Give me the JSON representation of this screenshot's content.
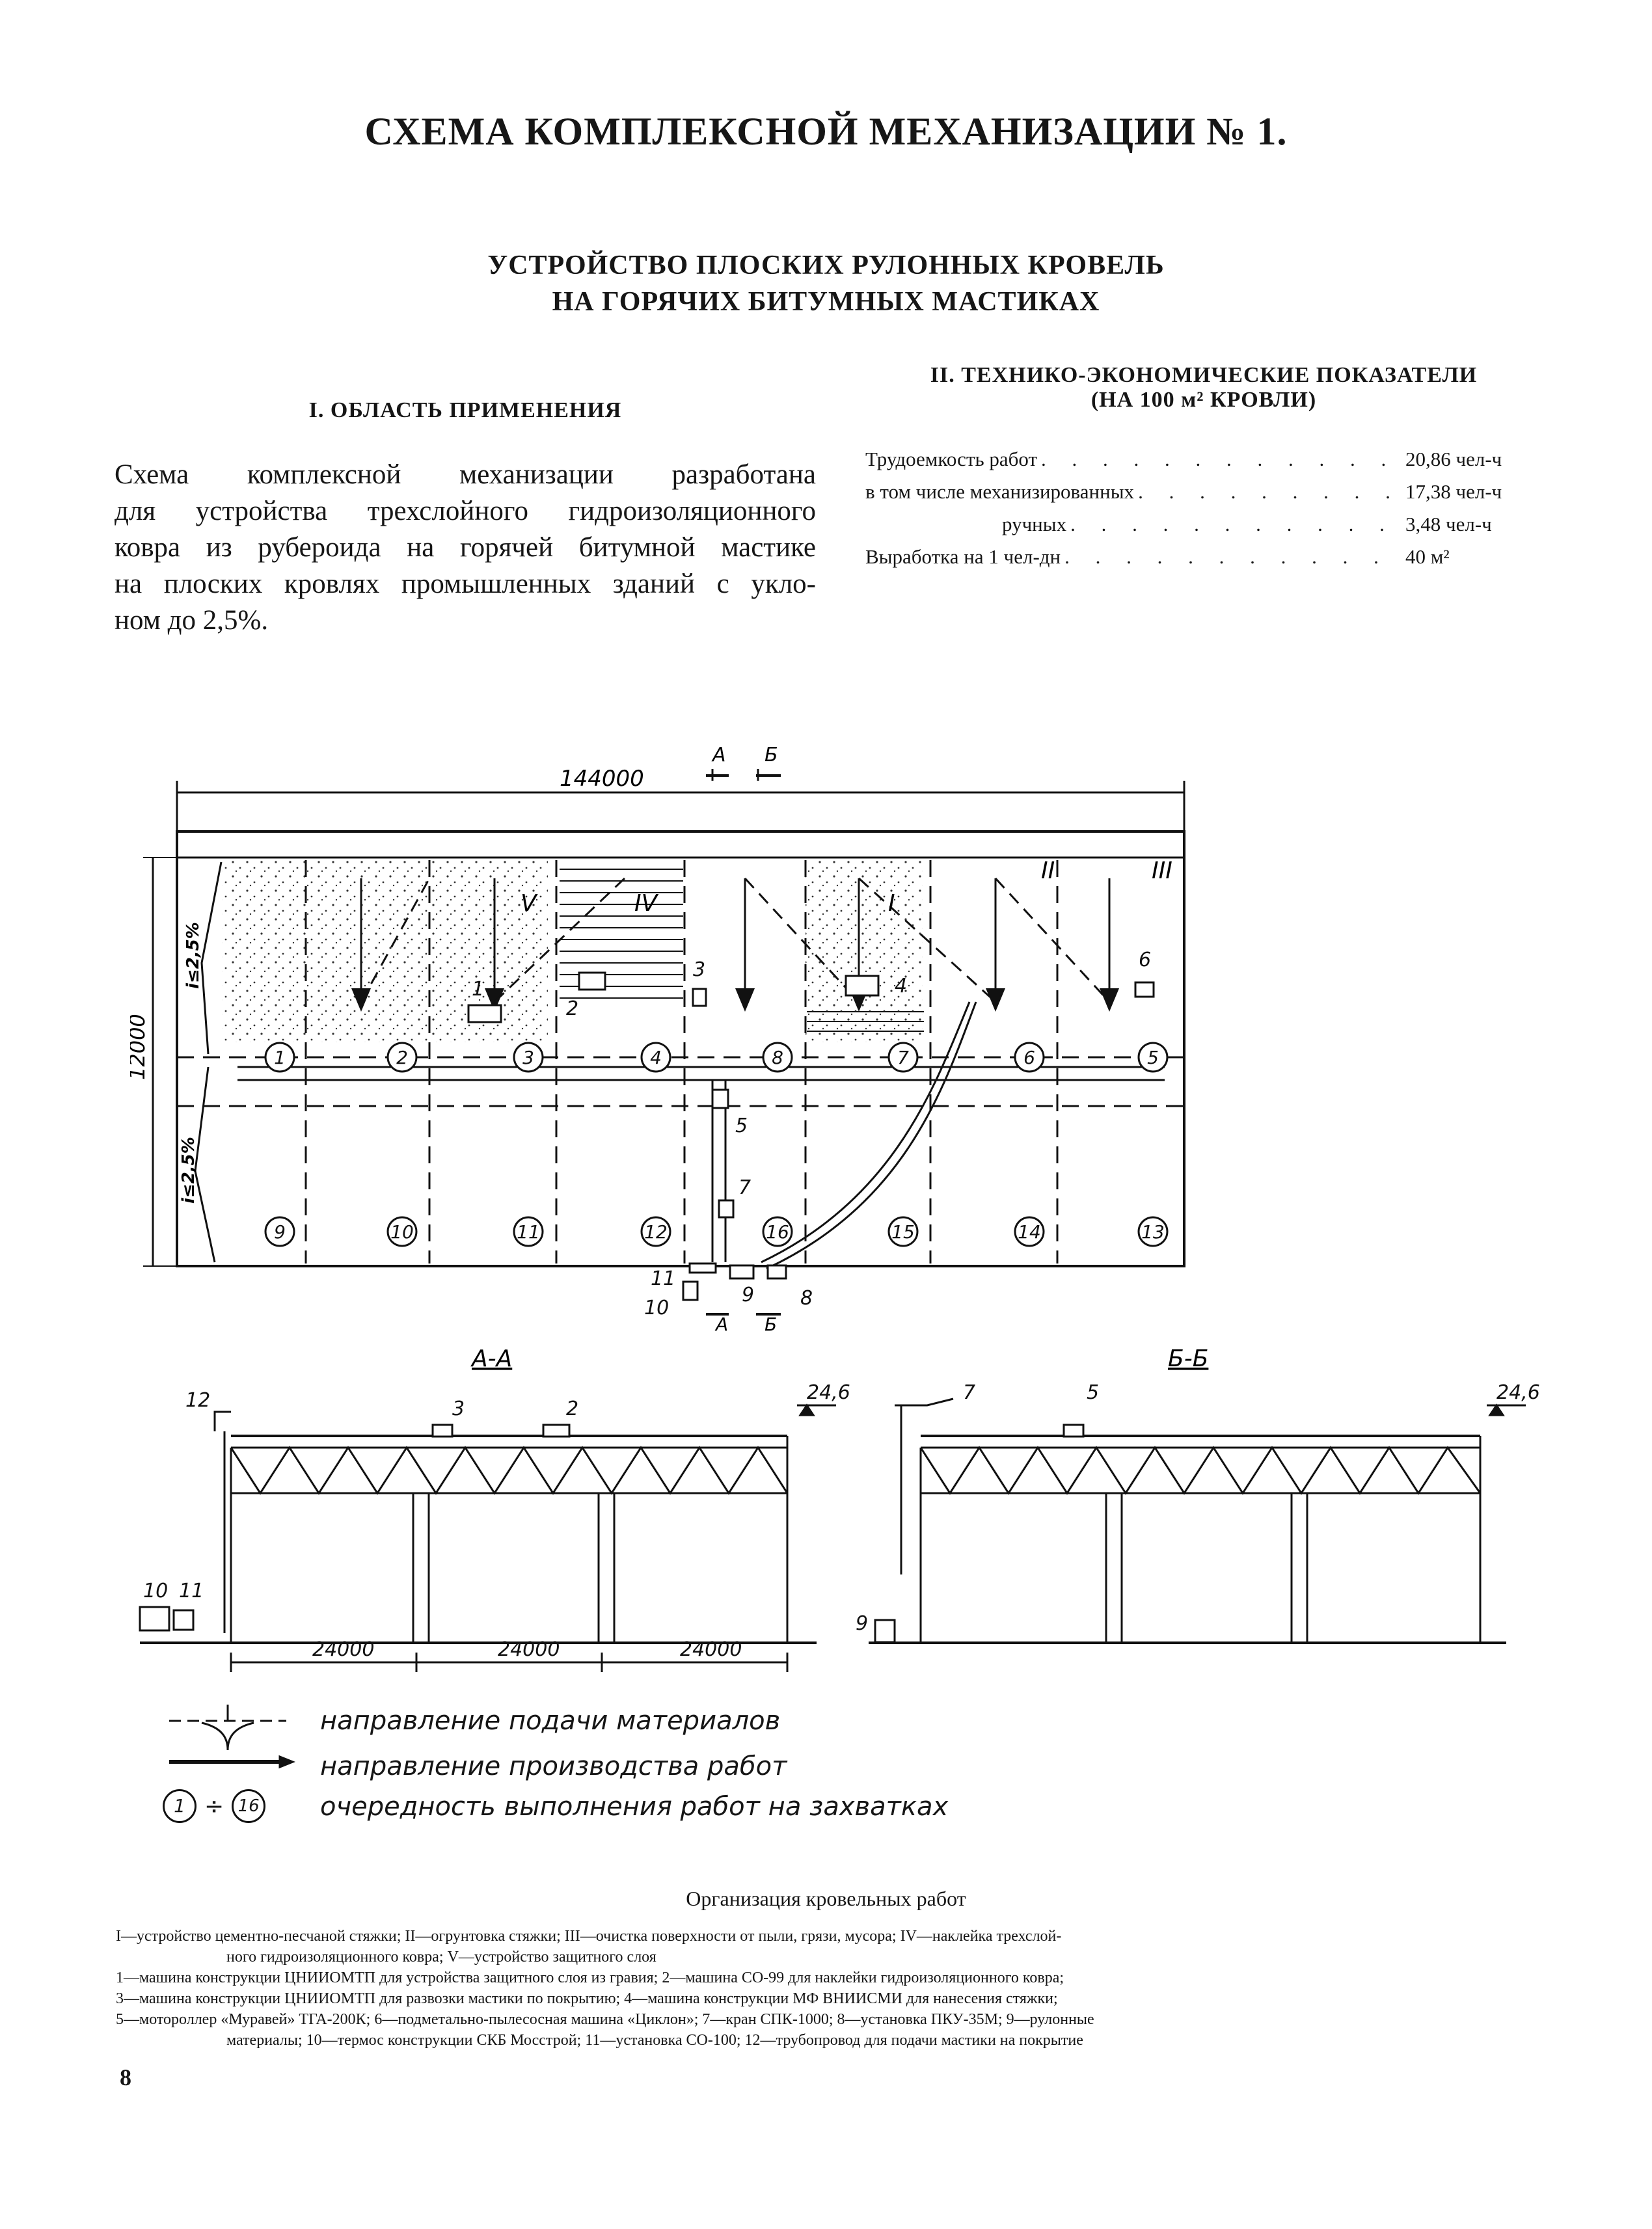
{
  "title": "СХЕМА КОМПЛЕКСНОЙ МЕХАНИЗАЦИИ № 1.",
  "subtitle": {
    "line1": "УСТРОЙСТВО ПЛОСКИХ РУЛОННЫХ КРОВЕЛЬ",
    "line2": "НА ГОРЯЧИХ БИТУМНЫХ МАСТИКАХ"
  },
  "section1": {
    "heading": "I. ОБЛАСТЬ ПРИМЕНЕНИЯ",
    "lines": [
      "Схема комплексной механизации разработана",
      "для устройства трехслойного гидроизоляционного",
      "ковра из рубероида на горячей битумной мастике",
      "на плоских кровлях промышленных зданий с укло-",
      "ном до 2,5%."
    ]
  },
  "section2": {
    "heading_line1": "II. ТЕХНИКО-ЭКОНОМИЧЕСКИЕ ПОКАЗАТЕЛИ",
    "heading_line2": "(НА 100 м² КРОВЛИ)",
    "rows": [
      {
        "label": "Трудоемкость работ",
        "value": "20,86 чел-ч"
      },
      {
        "label": "в том числе механизированных",
        "value": "17,38 чел-ч"
      },
      {
        "label": "ручных",
        "value": "3,48 чел-ч"
      },
      {
        "label": "Выработка на 1 чел-дн",
        "value": "40 м²"
      }
    ]
  },
  "plan": {
    "dim_length": "144000",
    "dim_width": "12000",
    "section_a": "А",
    "section_b": "Б",
    "slope": "i≤2,5%",
    "zones": [
      "V",
      "IV",
      "I",
      "II",
      "III"
    ],
    "grips_top": [
      "1",
      "2",
      "3",
      "4",
      "8",
      "7",
      "6",
      "5"
    ],
    "grips_bottom": [
      "9",
      "10",
      "11",
      "12",
      "16",
      "15",
      "14",
      "13"
    ],
    "machines": [
      "1",
      "2",
      "3",
      "4",
      "5",
      "6",
      "7",
      "8",
      "9",
      "10",
      "11"
    ]
  },
  "section_views": {
    "aa_title": "А-А",
    "bb_title": "Б-Б",
    "elevation": "24,6",
    "spans": [
      "24000",
      "24000",
      "24000"
    ],
    "aa_labels": [
      "12",
      "3",
      "2",
      "10",
      "11"
    ],
    "bb_labels": [
      "7",
      "5",
      "9"
    ]
  },
  "legend": {
    "supply": "направление подачи материалов",
    "work": "направление производства работ",
    "order_from": "1",
    "order_to": "16",
    "order_sep": "÷",
    "order": "очередность выполнения работ на захватках"
  },
  "caption": {
    "title": "Организация кровельных работ",
    "line1": "I—устройство цементно-песчаной стяжки; II—огрунтовка стяжки; III—очистка поверхности от пыли, грязи, мусора; IV—наклейка трехслой-",
    "line2": "ного гидроизоляционного ковра; V—устройство защитного слоя",
    "line3": "1—машина конструкции ЦНИИОМТП для устройства защитного слоя из гравия; 2—машина СО-99 для наклейки гидроизоляционного ковра;",
    "line4": "3—машина конструкции ЦНИИОМТП для развозки мастики по покрытию; 4—машина конструкции МФ ВНИИСМИ для нанесения стяжки;",
    "line5": "5—мотороллер «Муравей» ТГА-200К; 6—подметально-пылесосная машина «Циклон»; 7—кран СПК-1000; 8—установка ПКУ-35М; 9—рулонные",
    "line6": "материалы; 10—термос конструкции СКБ Мосстрой; 11—установка СО-100; 12—трубопровод для подачи мастики на покрытие"
  },
  "page_number": "8"
}
